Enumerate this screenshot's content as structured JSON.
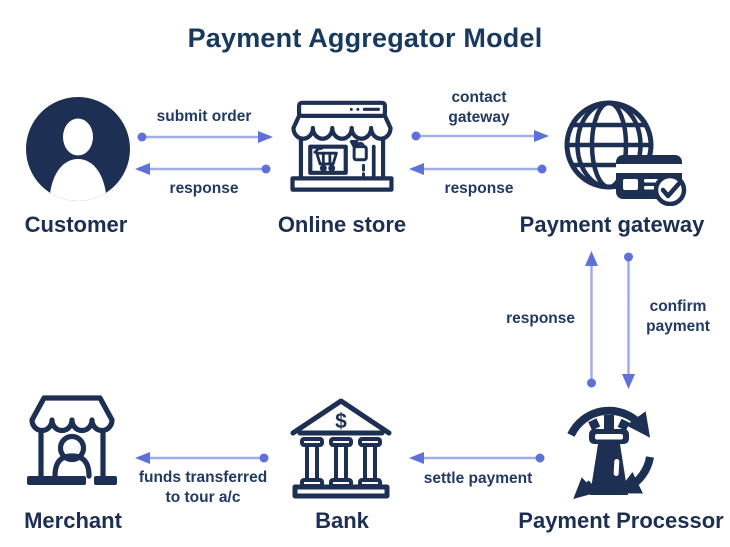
{
  "title": "Payment Aggregator Model",
  "colors": {
    "icon_navy": "#1D2F52",
    "text_navy": "#1C2F52",
    "title_navy": "#17395E",
    "arrow_line": "#9FAEE9",
    "arrow_endpoint": "#5F71D9",
    "background": "#FFFFFF"
  },
  "nodes": {
    "customer": {
      "label": "Customer",
      "icon": "person-icon"
    },
    "online_store": {
      "label": "Online store",
      "icon": "storefront-icon"
    },
    "payment_gateway": {
      "label": "Payment gateway",
      "icon": "globe-credit-card-check-icon"
    },
    "merchant": {
      "label": "Merchant",
      "icon": "merchant-stall-person-icon"
    },
    "bank": {
      "label": "Bank",
      "icon": "bank-building-icon",
      "symbol": "$"
    },
    "payment_processor": {
      "label": "Payment Processor",
      "icon": "card-terminal-cycle-icon"
    }
  },
  "edges": {
    "submit_order": {
      "label": "submit order",
      "from": "Customer",
      "to": "Online store",
      "direction": "right"
    },
    "response_to_customer": {
      "label": "response",
      "from": "Online store",
      "to": "Customer",
      "direction": "left"
    },
    "contact_gateway": {
      "label": "contact gateway",
      "from": "Online store",
      "to": "Payment gateway",
      "direction": "right"
    },
    "response_to_store": {
      "label": "response",
      "from": "Payment gateway",
      "to": "Online store",
      "direction": "left"
    },
    "response_to_gateway": {
      "label": "response",
      "from": "Payment Processor",
      "to": "Payment gateway",
      "direction": "up"
    },
    "confirm_payment": {
      "label": "confirm payment",
      "from": "Payment gateway",
      "to": "Payment Processor",
      "direction": "down"
    },
    "settle_payment": {
      "label": "settle payment",
      "from": "Payment Processor",
      "to": "Bank",
      "direction": "left"
    },
    "funds_transferred": {
      "label": "funds transferred to tour a/c",
      "from": "Bank",
      "to": "Merchant",
      "direction": "left"
    }
  }
}
